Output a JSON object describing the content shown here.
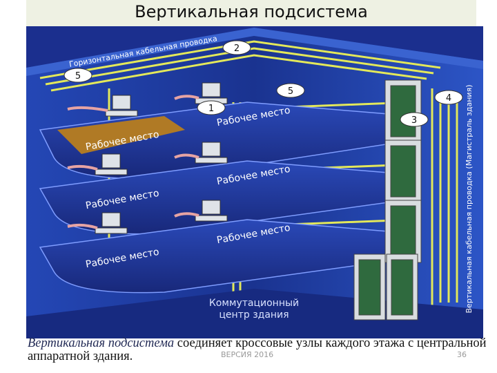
{
  "slide": {
    "title": "Вертикальная подсистема",
    "caption_italic": "Вертикальная подсистема",
    "caption_rest": " соединяет кроссовые узлы каждого этажа с центральной аппаратной здания.",
    "footer_left": "ВЕРСИЯ 2016",
    "footer_right": "36"
  },
  "diagram": {
    "label_horizontal": "Горизонтальная кабельная проводка",
    "label_vertical": "Вертикальная кабельная проводка (Магистраль здания)",
    "workplace_label": "Рабочее место",
    "center_label_line1": "Коммутационный",
    "center_label_line2": "центр здания",
    "callouts": [
      "1",
      "2",
      "3",
      "4",
      "5",
      "5"
    ],
    "colors": {
      "wall": "#1f3d9b",
      "floor": "#1c2d86",
      "floor_highlight": "#b07a25",
      "cable": "#e3e85a",
      "cable_pink": "#e6a3a3",
      "rack": "#d9dde0"
    }
  }
}
